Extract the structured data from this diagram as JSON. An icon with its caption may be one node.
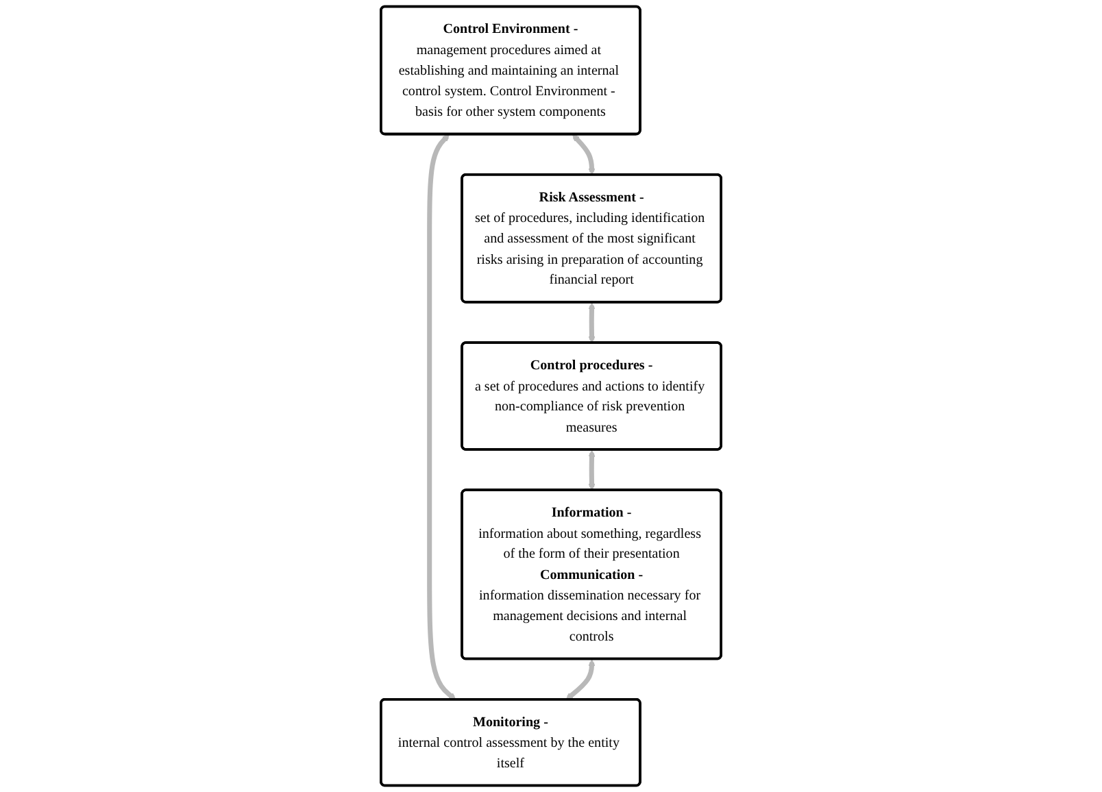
{
  "diagram": {
    "nodes": [
      {
        "text": [
          "Control Environment -",
          "management procedures aimed at establishing and maintaining an internal control system. Control Environment - basis for other system components"
        ]
      },
      {
        "text": [
          "Monitoring -",
          "internal control assessment by the entity itself"
        ]
      },
      {
        "text": [
          "Risk Assessment -",
          "set of procedures, including identification and assessment of the most significant risks arising in preparation of accounting financial report"
        ]
      },
      {
        "text": [
          "Information -",
          "information about something, regardless of the form of their presentation",
          "Communication -",
          "information dissemination necessary for management decisions and internal controls"
        ]
      },
      {
        "text": [
          "Control procedures -",
          "a set of procedures and actions to identify non-compliance of risk prevention measures"
        ]
      }
    ],
    "edges": [
      {
        "from": 0,
        "to": 1,
        "arrow": "both"
      },
      {
        "from": 0,
        "to": 2,
        "arrow": "both"
      },
      {
        "from": 2,
        "to": 4,
        "arrow": "both"
      },
      {
        "from": 4,
        "to": 3,
        "arrow": "both"
      },
      {
        "from": 3,
        "to": 1,
        "arrow": "both"
      }
    ]
  }
}
